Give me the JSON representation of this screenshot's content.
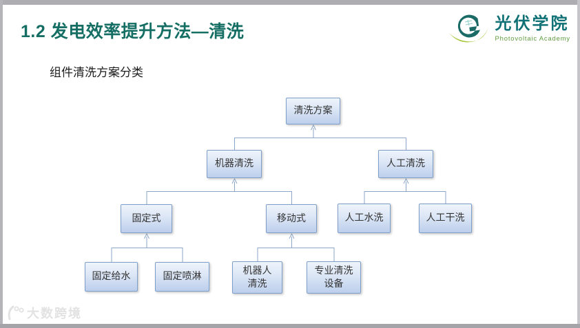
{
  "slide": {
    "title": "1.2 发电效率提升方法—清洗",
    "subtitle": "组件清洗方案分类"
  },
  "logo": {
    "name_cn": "光伏学院",
    "name_en": "Photovoltaic Academy",
    "teal": "#0f7076",
    "green": "#a6c73c"
  },
  "watermark": {
    "text": "大数跨境"
  },
  "diagram": {
    "type": "tree",
    "nodes": {
      "root": {
        "label": "清洗方案"
      },
      "machine": {
        "label": "机器清洗"
      },
      "manual": {
        "label": "人工清洗"
      },
      "fixed": {
        "label": "固定式"
      },
      "mobile": {
        "label": "移动式"
      },
      "manual_water": {
        "label": "人工水洗"
      },
      "manual_dry": {
        "label": "人工干洗"
      },
      "fixed_water": {
        "label": "固定给水"
      },
      "fixed_spray": {
        "label": "固定喷淋"
      },
      "robot": {
        "label": "机器人\n清洗"
      },
      "professional": {
        "label": "专业清洗\n设备"
      }
    },
    "edges": [
      [
        "machine",
        "root"
      ],
      [
        "manual",
        "root"
      ],
      [
        "fixed",
        "machine"
      ],
      [
        "mobile",
        "machine"
      ],
      [
        "manual_water",
        "manual"
      ],
      [
        "manual_dry",
        "manual"
      ],
      [
        "fixed_water",
        "fixed"
      ],
      [
        "fixed_spray",
        "fixed"
      ],
      [
        "robot",
        "mobile"
      ],
      [
        "professional",
        "mobile"
      ]
    ],
    "colors": {
      "box_border": "#7d9ec9",
      "box_fill_top": "#eff4fb",
      "box_fill_bottom": "#bdcfec",
      "connector": "#8ba6c7",
      "title_teal": "#156e63",
      "frame_gray": "#aeaeb2"
    }
  }
}
